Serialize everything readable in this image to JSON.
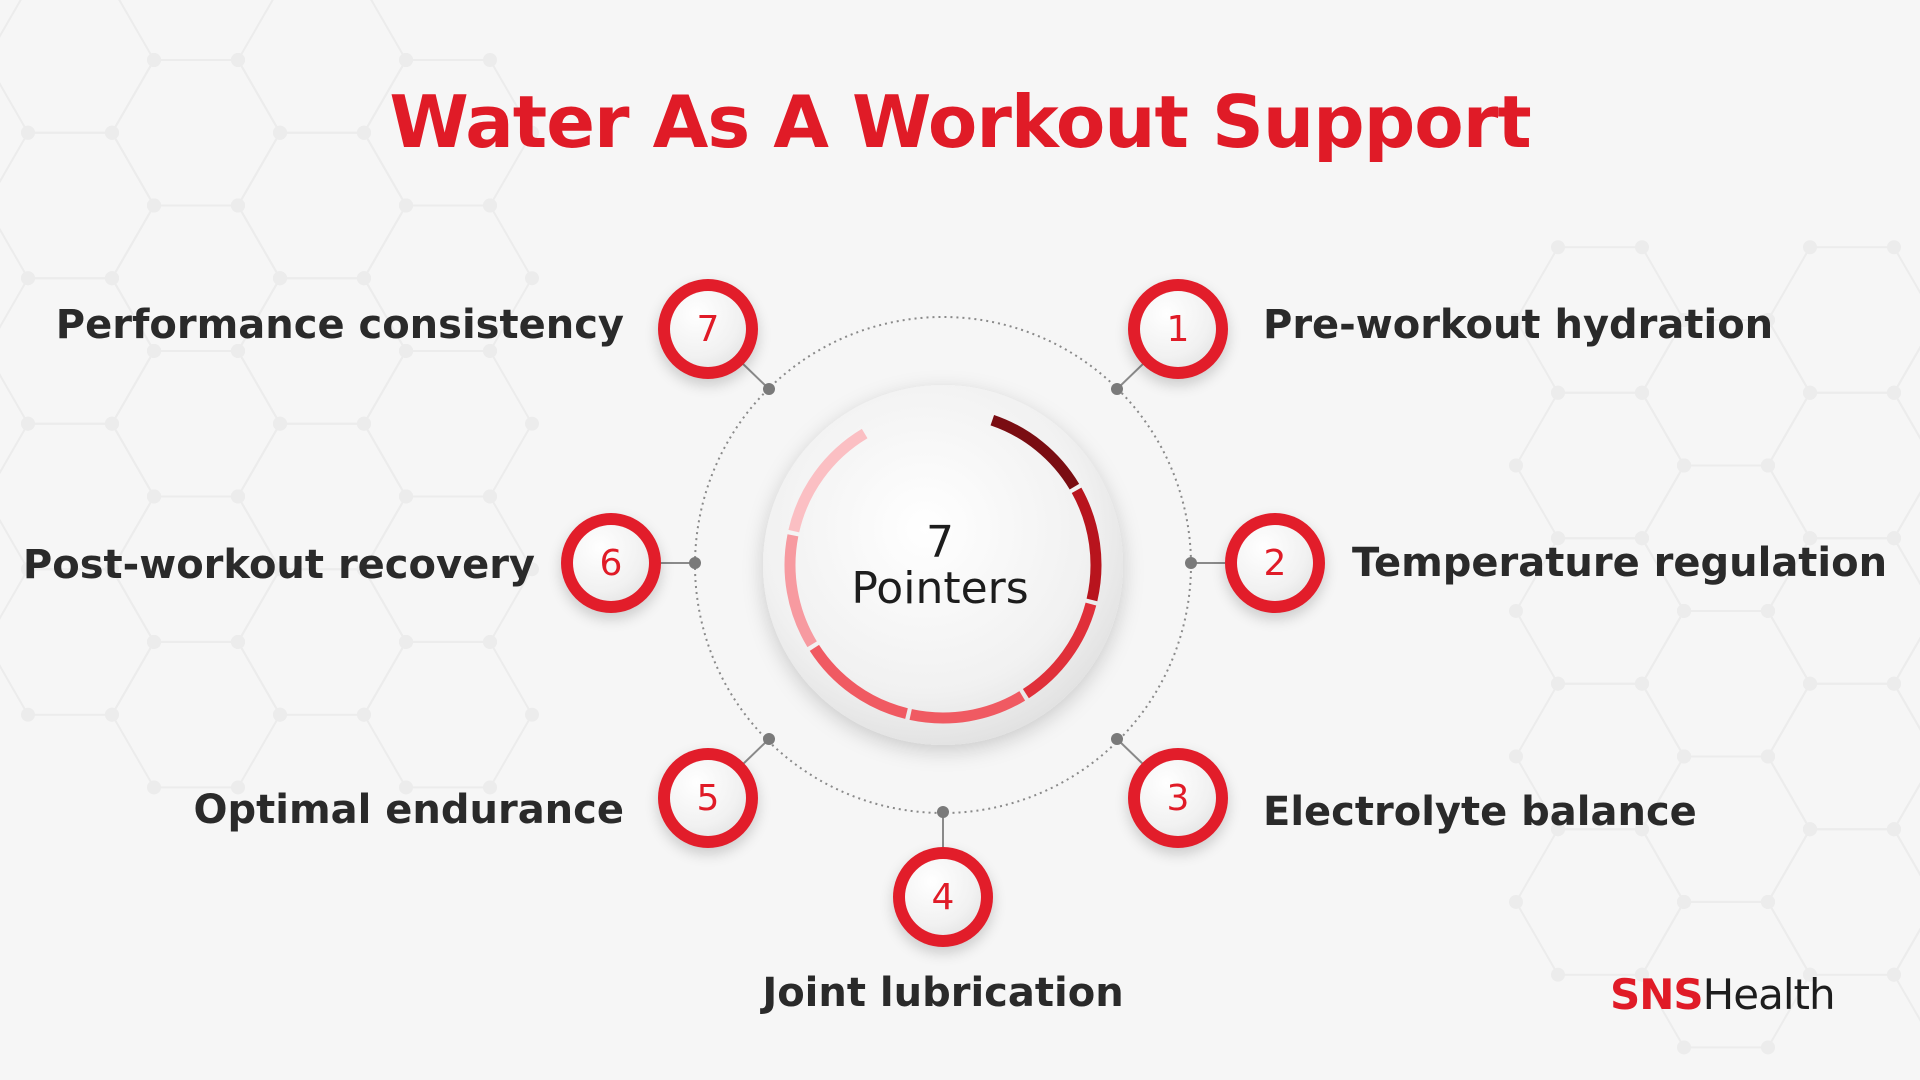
{
  "title": "Water As A Workout Support",
  "center": {
    "line1": "7",
    "line2": "Pointers"
  },
  "points": [
    {
      "number": "1",
      "label": "Pre-workout hydration"
    },
    {
      "number": "2",
      "label": "Temperature regulation"
    },
    {
      "number": "3",
      "label": "Electrolyte balance"
    },
    {
      "number": "4",
      "label": "Joint lubrication"
    },
    {
      "number": "5",
      "label": "Optimal endurance"
    },
    {
      "number": "6",
      "label": "Post-workout recovery"
    },
    {
      "number": "7",
      "label": "Performance consistency"
    }
  ],
  "brand": {
    "part1": "SNS",
    "part2": "Health"
  },
  "colors": {
    "accent": "#e01b27",
    "text": "#2a2a2a",
    "arc_dark": "#7a0d12",
    "arc_mid": "#b8141d",
    "arc_red": "#e0303a",
    "arc_light": "#f05a62",
    "arc_pale": "#f79aa0",
    "arc_palest": "#fbbfc3"
  }
}
